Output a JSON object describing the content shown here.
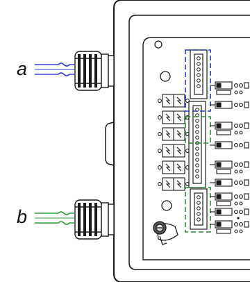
{
  "labels": {
    "cable_a": "a",
    "cable_b": "b"
  },
  "colors": {
    "cable_a": "#3a3fd0",
    "cable_b": "#2e9a3c",
    "blue_outline": "#2233cc",
    "green_outline": "#2a8a36",
    "enclosure_line": "#1a1a1a",
    "background": "#ffffff"
  },
  "components": {
    "left_terminal_block_count": 6,
    "right_relay_row_count": 9
  }
}
